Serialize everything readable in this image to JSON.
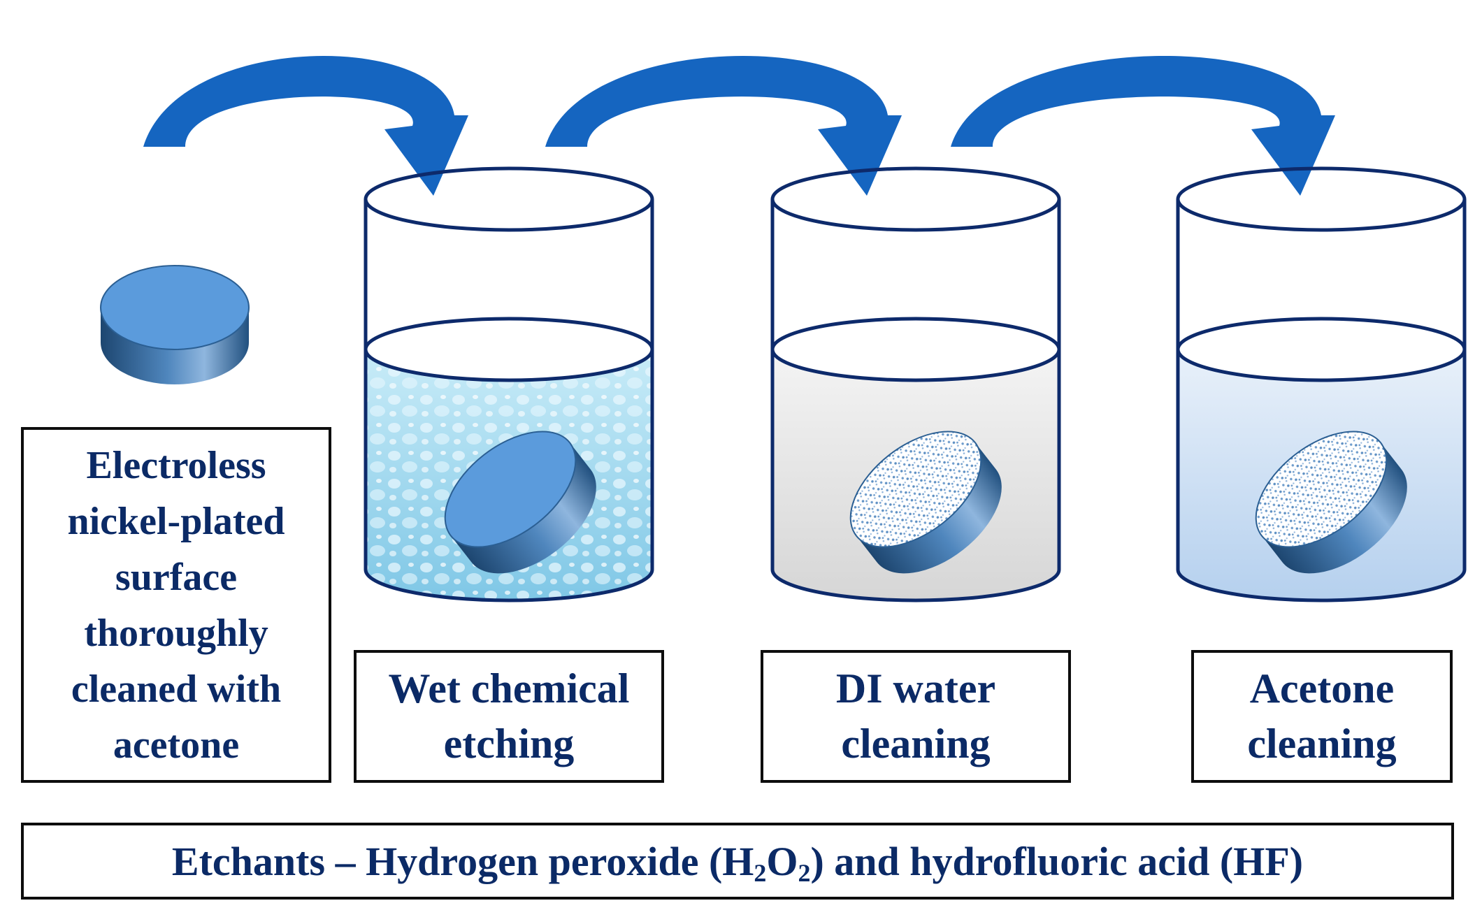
{
  "colors": {
    "arrow": "#1565c0",
    "beaker_outline": "#0d2a6b",
    "etchant_liquid": "#9fd4ec",
    "di_water": "#e3e3e3",
    "acetone": "#c7dcf2",
    "pellet_top": "#5b9bdc",
    "pellet_side": "#2a5d8f",
    "text": "#0b2a66"
  },
  "steps": [
    {
      "id": "start",
      "text": "Electroless\nnickel-plated\nsurface\nthoroughly\ncleaned with\nacetone"
    },
    {
      "id": "etch",
      "text": "Wet chemical\netching"
    },
    {
      "id": "di",
      "text": "DI water\ncleaning"
    },
    {
      "id": "acetone",
      "text": "Acetone\ncleaning"
    }
  ],
  "etchants": {
    "prefix": "Etchants – Hydrogen peroxide (H",
    "sub1": "2",
    "mid": "O",
    "sub2": "2",
    "suffix": ") and hydrofluoric acid (HF)"
  }
}
